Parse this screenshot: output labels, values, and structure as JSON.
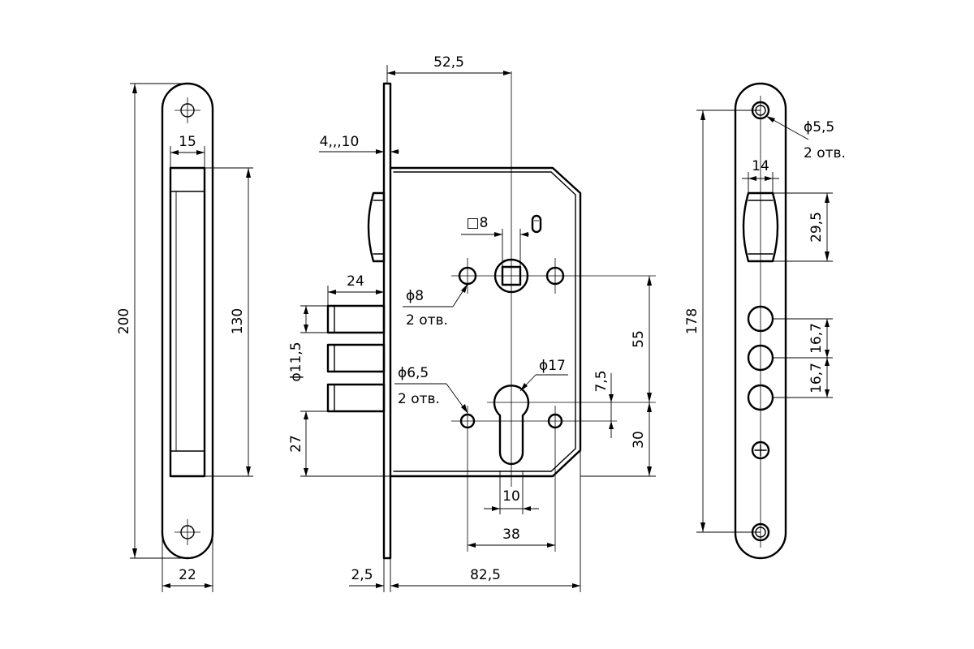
{
  "dimensions": {
    "left_plate_height": "200",
    "left_plate_width": "22",
    "left_slot_width": "15",
    "left_slot_height": "130",
    "backset": "52,5",
    "faceplate_thickness": "4,,,10",
    "latch_projection": "24",
    "bolt_diameter": "ϕ11,5",
    "bolt_offset": "27",
    "spindle_square": "□8",
    "upper_screw_hole": "ϕ8",
    "upper_screw_count": "2 отв.",
    "lower_screw_hole": "ϕ6,5",
    "lower_screw_count": "2 отв.",
    "cylinder_diameter": "ϕ17",
    "cylinder_offset": "7,5",
    "centre_distance": "55",
    "cylinder_to_bottom": "30",
    "cylinder_width": "10",
    "lower_hole_spacing": "38",
    "plate_thickness": "2,5",
    "body_width": "82,5",
    "right_plate_height": "178",
    "right_latch_width": "14",
    "right_latch_height": "29,5",
    "bolt_pitch_1": "16,7",
    "bolt_pitch_2": "16,7",
    "right_screw_hole": "ϕ5,5",
    "right_screw_count": "2 отв."
  }
}
